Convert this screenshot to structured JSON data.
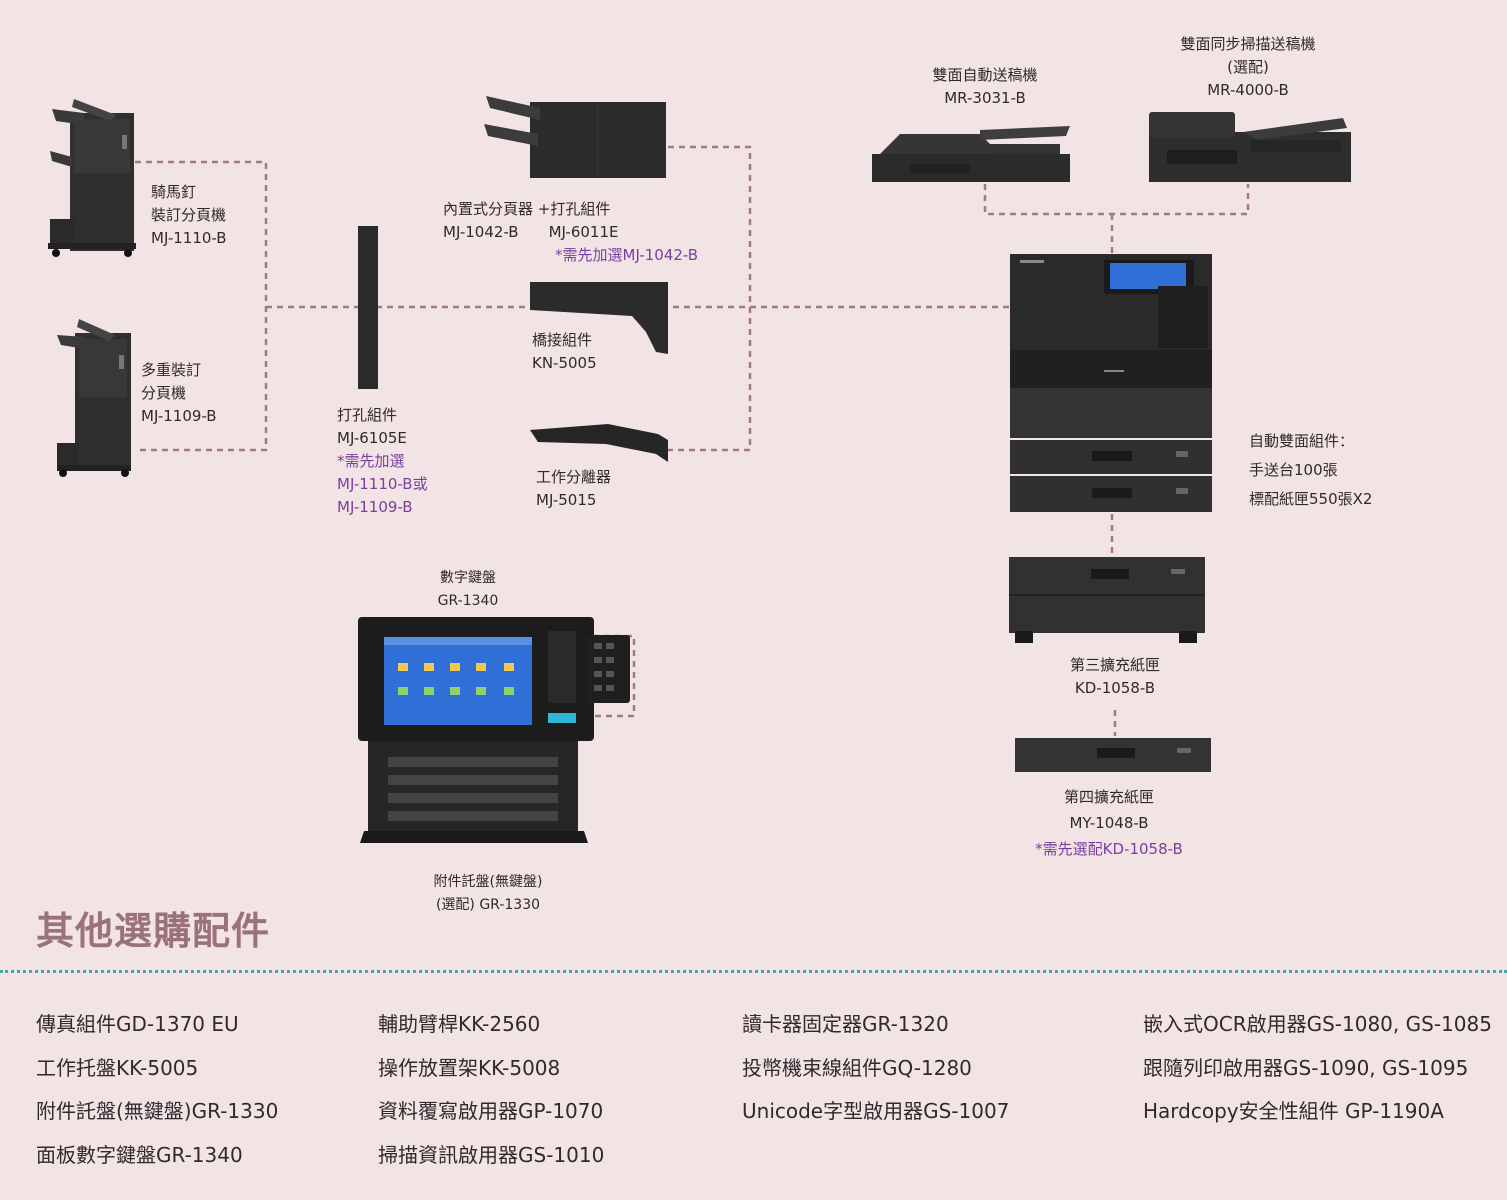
{
  "colors": {
    "background": "#f2e4e5",
    "connector": "#a07a7d",
    "device_dark": "#2b2b2b",
    "note_purple": "#7a3fa0",
    "heading": "#9a7277",
    "divider": "#3fa9ad",
    "screen_blue": "#2f6fd6"
  },
  "components": {
    "saddle_finisher": {
      "lines": [
        "騎馬釘",
        "裝訂分頁機",
        "MJ-1110-B"
      ]
    },
    "multi_finisher": {
      "lines": [
        "多重裝訂",
        "分頁機",
        "MJ-1109-B"
      ]
    },
    "hole_punch_6105": {
      "lines": [
        "打孔組件",
        "MJ-6105E"
      ],
      "note_lines": [
        "*需先加選",
        "MJ-1110-B或",
        "MJ-1109-B"
      ]
    },
    "inner_finisher": {
      "title": "內置式分頁器 +打孔組件",
      "model_a": "MJ-1042-B",
      "model_b": "MJ-6011E",
      "note": "*需先加選MJ-1042-B"
    },
    "bridge_kit": {
      "lines": [
        "橋接組件",
        "KN-5005"
      ]
    },
    "job_separator": {
      "lines": [
        "工作分離器",
        "MJ-5015"
      ]
    },
    "dadf": {
      "lines": [
        "雙面自動送稿機",
        "MR-3031-B"
      ]
    },
    "dsdf": {
      "lines": [
        "雙面同步掃描送稿機",
        "(選配)",
        "MR-4000-B"
      ]
    },
    "duplex_unit": {
      "lines": [
        "自動雙面組件：",
        "手送台100張",
        "標配紙匣550張X2"
      ]
    },
    "third_drawer": {
      "lines": [
        "第三擴充紙匣",
        "KD-1058-B"
      ]
    },
    "fourth_drawer": {
      "lines": [
        "第四擴充紙匣",
        "MY-1048-B"
      ],
      "note": "*需先選配KD-1058-B"
    },
    "keypad": {
      "lines": [
        "數字鍵盤",
        "GR-1340"
      ]
    },
    "work_tray": {
      "lines": [
        "附件託盤(無鍵盤)",
        "(選配) GR-1330"
      ]
    }
  },
  "accessories": {
    "title": "其他選購配件",
    "columns": [
      [
        "傳真組件GD-1370  EU",
        "工作托盤KK-5005",
        "附件託盤(無鍵盤)GR-1330",
        "面板數字鍵盤GR-1340"
      ],
      [
        "輔助臂桿KK-2560",
        "操作放置架KK-5008",
        "資料覆寫啟用器GP-1070",
        "掃描資訊啟用器GS-1010"
      ],
      [
        "讀卡器固定器GR-1320",
        "投幣機束線組件GQ-1280",
        "Unicode字型啟用器GS-1007"
      ],
      [
        "嵌入式OCR啟用器GS-1080, GS-1085",
        "跟隨列印啟用器GS-1090, GS-1095",
        "Hardcopy安全性組件 GP-1190A"
      ]
    ]
  }
}
